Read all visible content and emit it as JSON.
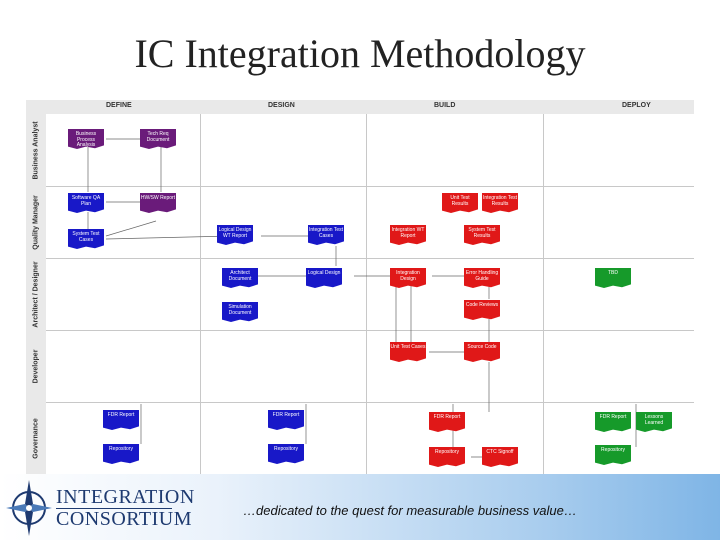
{
  "title": "IC Integration Methodology",
  "phases": [
    "DEFINE",
    "DESIGN",
    "BUILD",
    "DEPLOY"
  ],
  "lanes": [
    "Business Analyst",
    "Quality Manager",
    "Architect / Designer",
    "Developer",
    "Governance"
  ],
  "nodes": {
    "business_process_analysis": "Business Process Analysis",
    "tech_req_document": "Tech Req Document",
    "software_qa_plan": "Software QA Plan",
    "hw_sw_report": "HW/SW Report",
    "system_test_cases": "System Test Cases",
    "logical_design_wt_report": "Logical Design WT Report",
    "integration_test_cases": "Integration Test Cases",
    "architect_document": "Architect Document",
    "logical_design": "Logical Design",
    "simulation_document": "Simulation Document",
    "fdr_report_define": "FDR Report",
    "repository_define": "Repository",
    "fdr_report_design": "FDR Report",
    "repository_design": "Repository",
    "unit_test_results": "Unit Test Results",
    "integration_test_results": "Integration Test Results",
    "integration_wt_report": "Integration WT Report",
    "system_test_results": "System Test Results",
    "integration_design": "Integration Design",
    "error_handling_guide": "Error Handling Guide",
    "code_reviews": "Code Reviews",
    "unit_test_cases": "Unit Test Cases",
    "source_code": "Source Code",
    "fdr_report_build": "FDR Report",
    "repository_build": "Repository",
    "ctc_signoff": "CTC Signoff",
    "tbd": "TBD",
    "fdr_report_deploy": "FDR Report",
    "lessons_learned": "Lessons Learned",
    "repository_deploy": "Repository"
  },
  "colors": {
    "define": "#6a1b7a",
    "design": "#1818c8",
    "build": "#e01818",
    "deploy": "#169a2a"
  },
  "logo": {
    "line1": "INTEGRATION",
    "line2": "CONSORTIUM"
  },
  "tagline": "…dedicated to the quest for measurable business value…"
}
